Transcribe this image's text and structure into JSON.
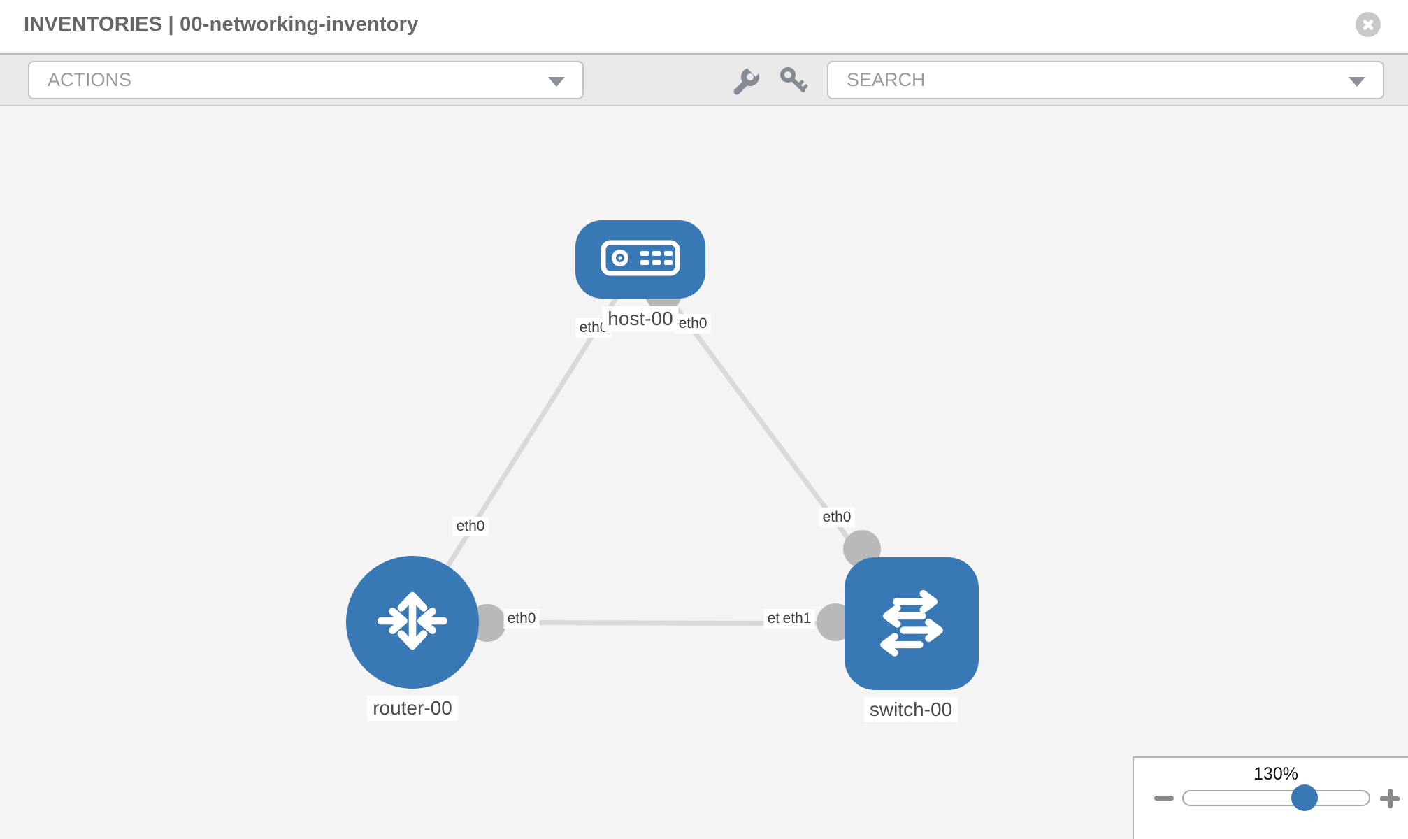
{
  "header": {
    "title": "INVENTORIES | 00-networking-inventory"
  },
  "toolbar": {
    "actions_placeholder": "ACTIONS",
    "search_placeholder": "SEARCH",
    "icons": [
      "wrench-icon",
      "key-icon"
    ]
  },
  "topology": {
    "nodes": [
      {
        "id": "host-00",
        "type": "host",
        "label": "host-00"
      },
      {
        "id": "router-00",
        "type": "router",
        "label": "router-00"
      },
      {
        "id": "switch-00",
        "type": "switch",
        "label": "switch-00"
      }
    ],
    "links": [
      {
        "source": "router-00",
        "target": "host-00",
        "source_interface": "eth0",
        "target_interface": "eth0"
      },
      {
        "source": "host-00",
        "target": "switch-00",
        "source_interface": "eth0",
        "target_interface": "eth0"
      },
      {
        "source": "router-00",
        "target": "switch-00",
        "source_interface": "eth0",
        "target_interface": "eth1"
      }
    ],
    "interface_labels": {
      "host_router": "eth0",
      "host_switch": "eth0",
      "router_host": "eth0",
      "switch_host": "eth0",
      "router_switch": "eth0",
      "switch_router_back": "eth0",
      "switch_router_front": "eth1"
    }
  },
  "zoom_control": {
    "level": "130%"
  },
  "colors": {
    "node_blue": "#3878b4",
    "link_gray": "#d9d9d9",
    "connector_gray": "#b9b9b9",
    "canvas_bg": "#f4f4f4",
    "toolbar_bg": "#e9e9e9"
  }
}
